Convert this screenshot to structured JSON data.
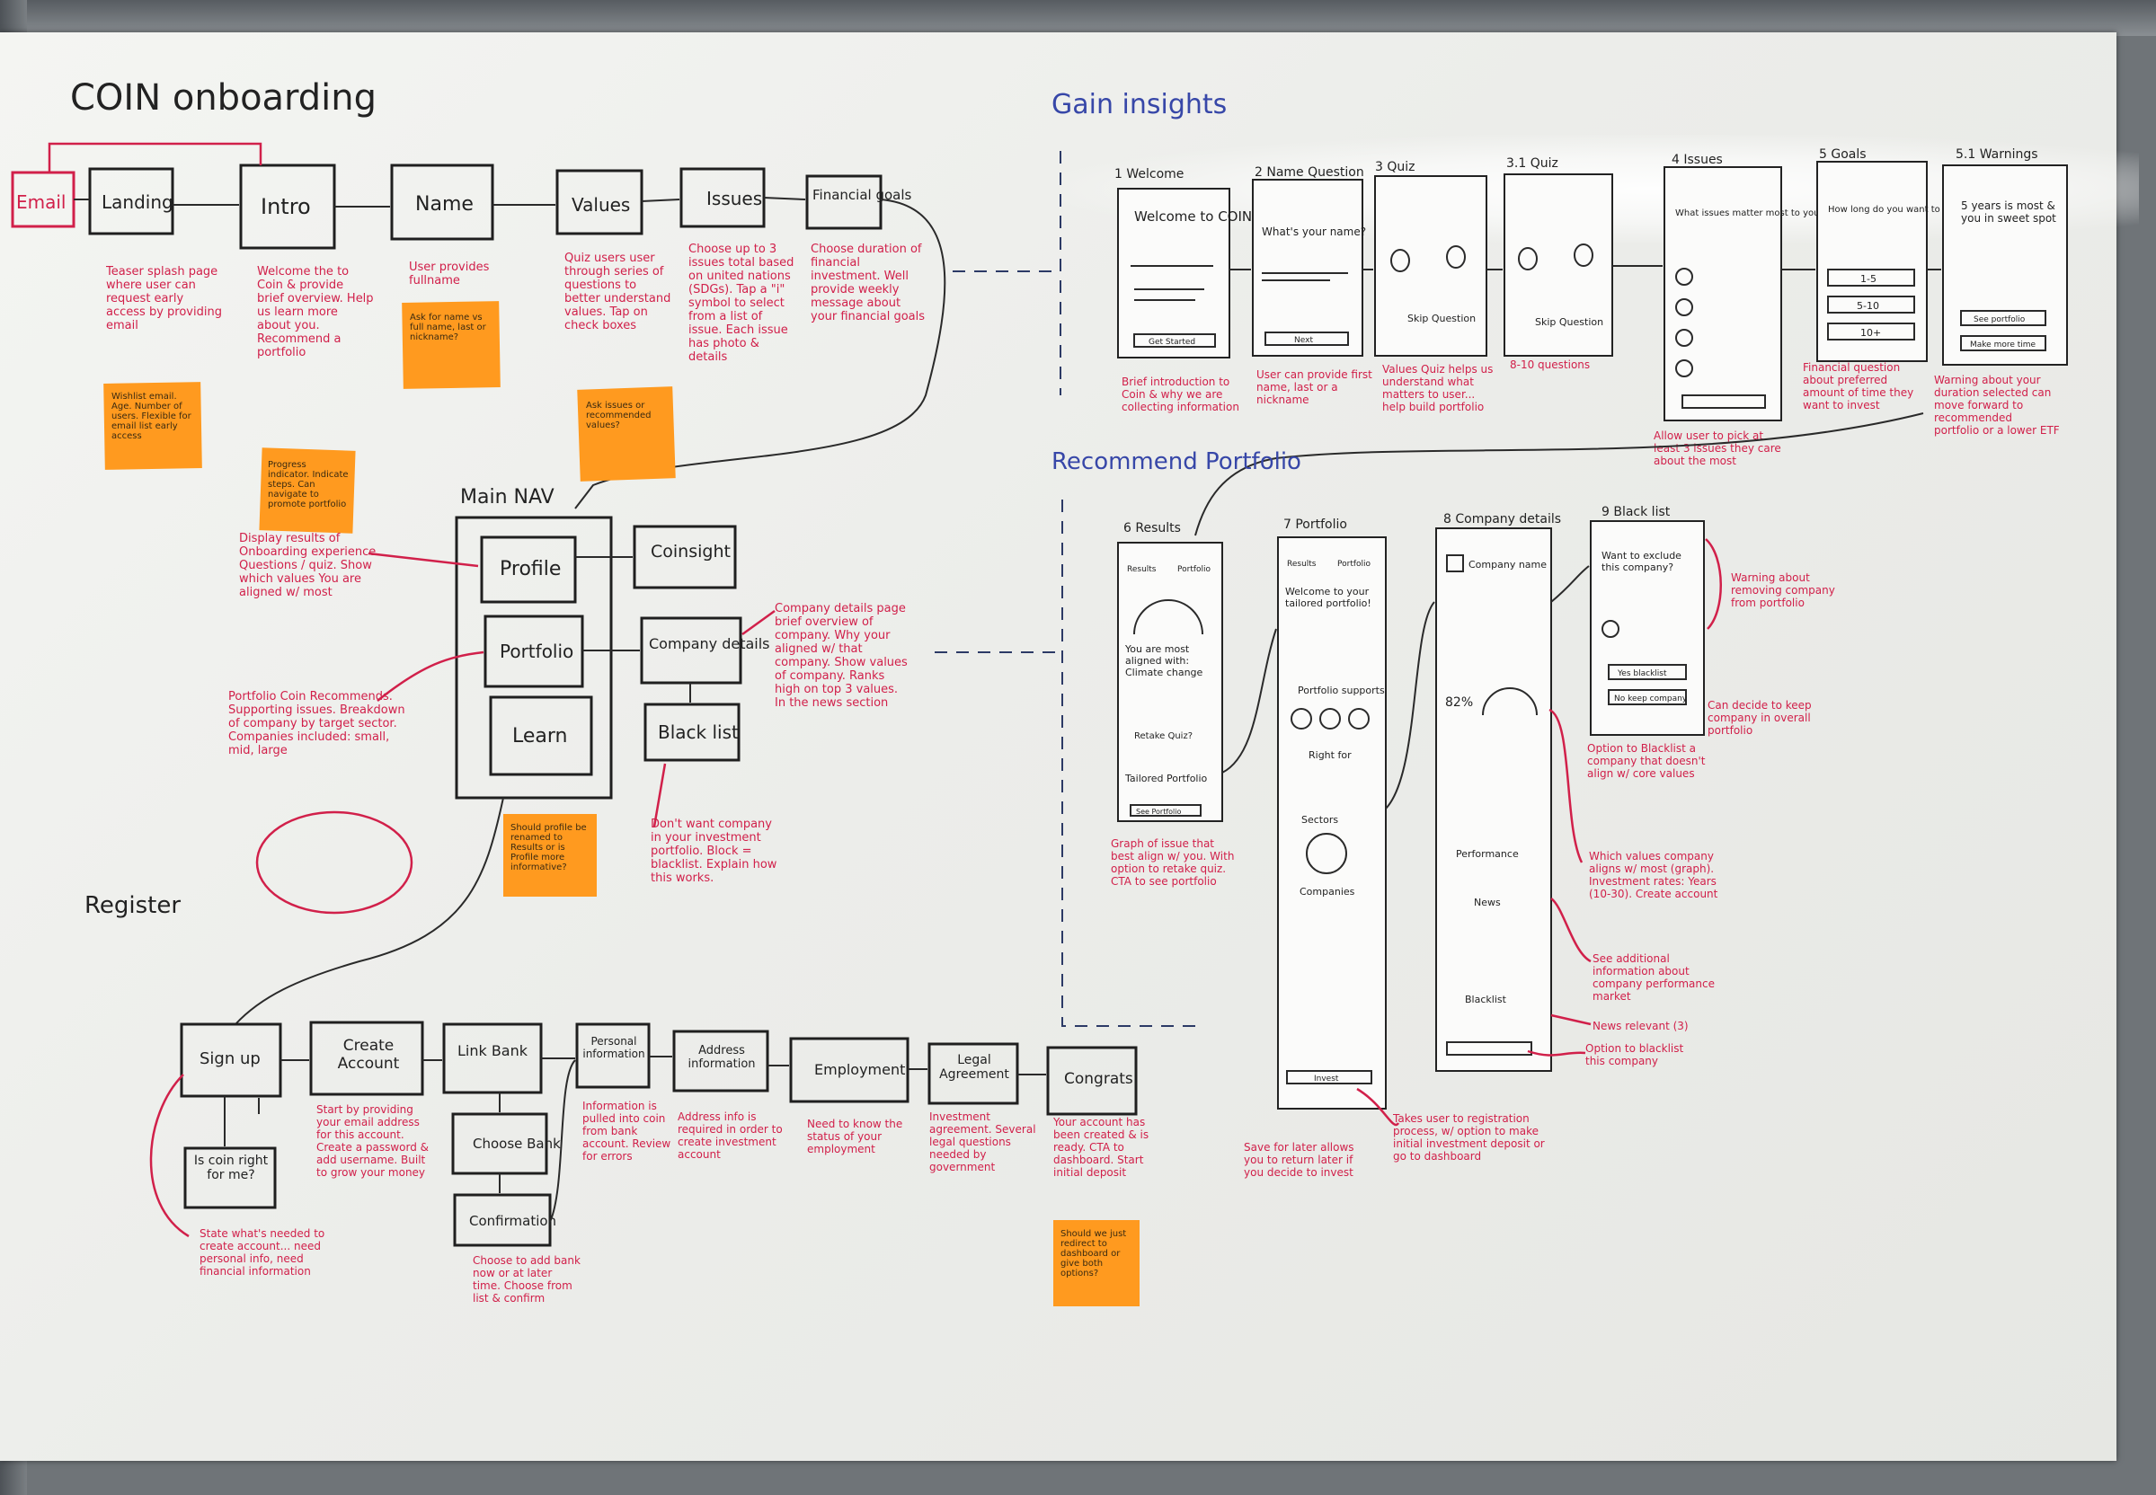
{
  "titles": {
    "onboarding": "COIN onboarding",
    "insights": "Gain insights",
    "portfolio": "Recommend Portfolio",
    "register": "Register",
    "main_nav": "Main NAV"
  },
  "onboarding_steps": [
    "Email",
    "Landing",
    "Intro",
    "Name",
    "Values",
    "Issues",
    "Financial goals"
  ],
  "onboarding_notes": [
    "Teaser splash page where user can request early access by providing email",
    "Welcome the to Coin & provide brief overview. Help us learn more about you. Recommend a portfolio",
    "User provides fullname",
    "Quiz users user through series of questions to better understand values. Tap on check boxes",
    "Choose up to 3 issues total based on united nations (SDGs). Tap a \"i\" symbol to select from a list of issue. Each issue has photo & details",
    "Choose duration of financial investment. Well provide weekly message about your financial goals"
  ],
  "main_nav": {
    "items": [
      "Profile",
      "Portfolio",
      "Learn"
    ],
    "linked": [
      "Coinsight",
      "Company details",
      "Black list"
    ]
  },
  "main_nav_notes": [
    "Display results of Onboarding experience Questions / quiz. Show which values You are aligned w/ most",
    "Portfolio Coin Recommends. Supporting issues. Breakdown of company by target sector. Companies included: small, mid, large"
  ],
  "company_notes": "Company details page brief overview of company. Why your aligned w/ that company. Show values of company. Ranks high on top 3 values. In the news section",
  "blacklist_notes": "Don't want company in your investment portfolio. Block = blacklist. Explain how this works.",
  "insight_screens": [
    "1 Welcome",
    "2 Name Question",
    "3 Quiz",
    "3.1 Quiz",
    "4 Issues",
    "5 Goals",
    "5.1 Warnings"
  ],
  "insight_screen_text": {
    "welcome": "Welcome to COIN",
    "welcome_btn": "Get Started",
    "name_q": "What's your name?",
    "name_btn": "Next",
    "quiz_skip": "Skip Question",
    "issues_q": "What issues matter most to you?",
    "goals_q": "How long do you want to invest?",
    "goals_opts": [
      "1-5",
      "5-10",
      "10+"
    ],
    "warn": "5 years is most & you in sweet spot",
    "warn_btns": [
      "See portfolio",
      "Make more time"
    ]
  },
  "insight_notes": [
    "Brief introduction to Coin & why we are collecting information",
    "User can provide first name, last or a nickname",
    "Values Quiz helps us understand what matters to user... help build portfolio",
    "8-10 questions",
    "Allow user to pick at least 3 issues they care about the most",
    "Financial question about preferred amount of time they want to invest",
    "Warning about your duration selected can move forward to recommended portfolio or a lower ETF"
  ],
  "portfolio_screens": [
    "6 Results",
    "7 Portfolio",
    "8 Company details",
    "9 Black list"
  ],
  "portfolio_screen_text": {
    "tabs": [
      "Results",
      "Portfolio"
    ],
    "results": "You are most aligned with: Climate change",
    "retake": "Retake Quiz?",
    "tailored": "Tailored Portfolio",
    "see_portfolio": "See Portfolio",
    "welcome": "Welcome to your tailored portfolio!",
    "supports": "Portfolio supports",
    "right_for": "Right for",
    "sectors": "Sectors",
    "companies": "Companies",
    "invest": "Invest",
    "company_name": "Company name",
    "pct": "82%",
    "return": "Performance",
    "news": "News",
    "blacklist": "Blacklist",
    "exclude_q": "Want to exclude this company?",
    "yes_btn": "Yes blacklist",
    "no_btn": "No keep company"
  },
  "portfolio_notes": [
    "Graph of issue that best align w/ you. With option to retake quiz. CTA to see portfolio",
    "Save for later allows you to return later if you decide to invest",
    "Which values company aligns w/ most (graph). Investment rates: Years (10-30). Create account",
    "See additional information about company performance market",
    "News relevant (3)",
    "Option to blacklist this company",
    "Takes user to registration process, w/ option to make initial investment deposit or go to dashboard",
    "Option to Blacklist a company that doesn't align w/ core values",
    "Warning about removing company from portfolio",
    "Can decide to keep company in overall portfolio"
  ],
  "register_steps": [
    "Sign up",
    "Create Account",
    "Link Bank",
    "Personal information",
    "Address information",
    "Employment",
    "Legal Agreement",
    "Congrats"
  ],
  "register_sub": [
    "Is coin right for me?",
    "Choose Bank",
    "Confirmation"
  ],
  "register_notes": [
    "State what's needed to create account... need personal info, need financial information",
    "Start by providing your email address for this account. Create a password & add username. Built to grow your money",
    "Choose to add bank now or at later time. Choose from list & confirm",
    "Information is pulled into coin from bank account. Review for errors",
    "Address info is required in order to create investment account",
    "Need to know the status of your employment",
    "Investment agreement. Several legal questions needed by government",
    "Your account has been created & is ready. CTA to dashboard. Start initial deposit"
  ],
  "sticky_notes": [
    "Wishlist email. Age. Number of users. Flexible for email list early access",
    "Progress indicator. Indicate steps. Can navigate to promote portfolio",
    "Ask for name vs full name, last or nickname?",
    "Ask issues or recommended values?",
    "Should profile be renamed to Results or is Profile more informative?",
    "Should we just redirect to dashboard or give both options?"
  ],
  "colors": {
    "board": "#ecedea",
    "marker_black": "#222222",
    "marker_red": "#d1204a",
    "marker_blue": "#3747a8",
    "sticky": "#ff9a1f"
  }
}
